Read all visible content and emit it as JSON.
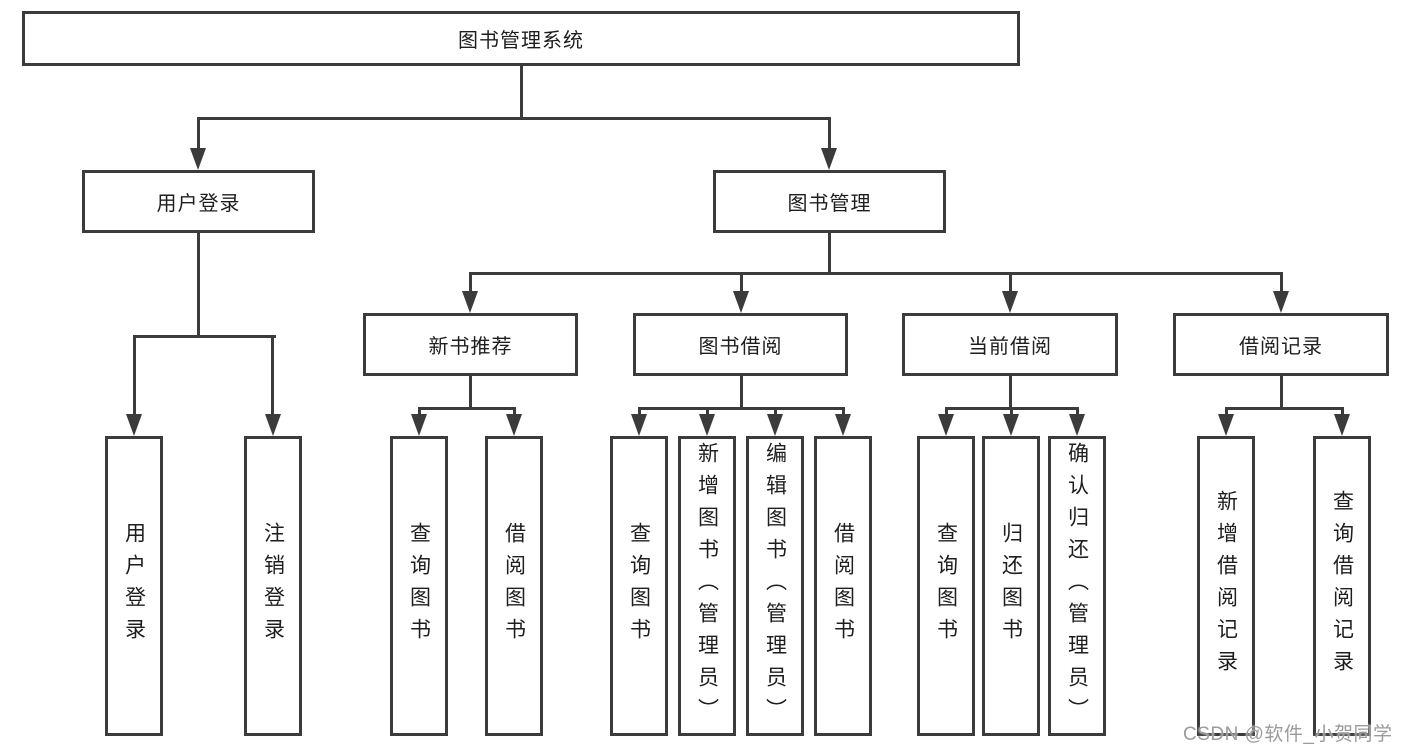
{
  "diagram_title": "图书管理系统",
  "tree": {
    "root": {
      "label": "图书管理系统"
    },
    "branches": [
      {
        "label": "用户登录",
        "children": [
          {
            "label": "用户登录"
          },
          {
            "label": "注销登录"
          }
        ]
      },
      {
        "label": "图书管理",
        "children": [
          {
            "label": "新书推荐",
            "children": [
              {
                "label": "查询图书"
              },
              {
                "label": "借阅图书"
              }
            ]
          },
          {
            "label": "图书借阅",
            "children": [
              {
                "label": "查询图书"
              },
              {
                "label": "新增图书（管理员）"
              },
              {
                "label": "编辑图书（管理员）"
              },
              {
                "label": "借阅图书"
              }
            ]
          },
          {
            "label": "当前借阅",
            "children": [
              {
                "label": "查询图书"
              },
              {
                "label": "归还图书"
              },
              {
                "label": "确认归还（管理员）"
              }
            ]
          },
          {
            "label": "借阅记录",
            "children": [
              {
                "label": "新增借阅记录"
              },
              {
                "label": "查询借阅记录"
              }
            ]
          }
        ]
      }
    ]
  },
  "watermark": {
    "text": "CSDN @软件_小贺同学"
  },
  "colors": {
    "line": "#3b3b3b",
    "text": "#1e1e1e",
    "watermark": "#9b9b9b",
    "background": "#ffffff",
    "box_fill": "#ffffff"
  }
}
